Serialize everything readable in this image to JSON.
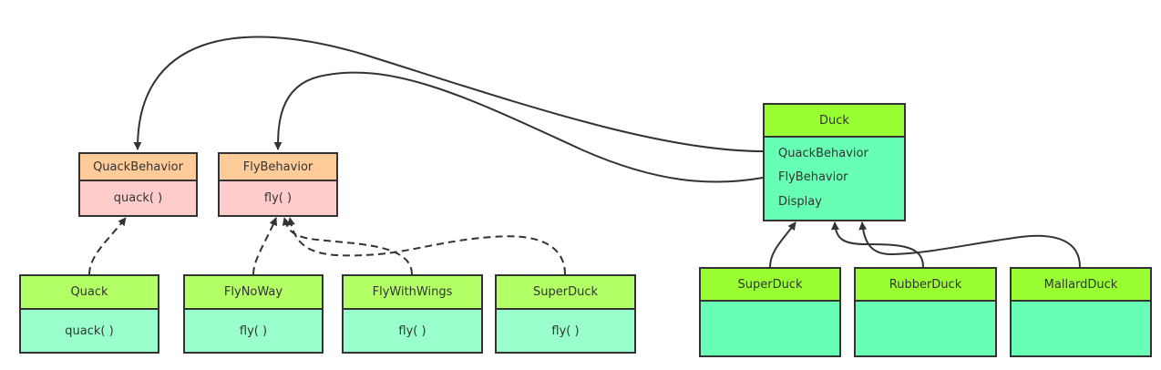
{
  "diagram": {
    "type": "UML class diagram (Strategy pattern)",
    "colors": {
      "interface_header": "#ffcc99",
      "interface_body": "#ffcccc",
      "impl_header": "#b3ff66",
      "impl_body": "#99ffcc",
      "duck_header": "#99ff33",
      "duck_body": "#66ffb3",
      "stroke": "#333333"
    },
    "interfaces": [
      {
        "id": "quackbehavior",
        "title": "QuackBehavior",
        "methods": [
          "quack( )"
        ]
      },
      {
        "id": "flybehavior",
        "title": "FlyBehavior",
        "methods": [
          "fly( )"
        ]
      }
    ],
    "implementations": [
      {
        "id": "quack",
        "title": "Quack",
        "methods": [
          "quack( )"
        ],
        "implements": "QuackBehavior"
      },
      {
        "id": "flynoway",
        "title": "FlyNoWay",
        "methods": [
          "fly( )"
        ],
        "implements": "FlyBehavior"
      },
      {
        "id": "flywithwings",
        "title": "FlyWithWings",
        "methods": [
          "fly( )"
        ],
        "implements": "FlyBehavior"
      },
      {
        "id": "superduck-fly",
        "title": "SuperDuck",
        "methods": [
          "fly( )"
        ],
        "implements": "FlyBehavior"
      }
    ],
    "duck": {
      "title": "Duck",
      "members": [
        "QuackBehavior",
        "FlyBehavior",
        "Display"
      ]
    },
    "subclasses": [
      {
        "id": "superduck",
        "title": "SuperDuck",
        "extends": "Duck"
      },
      {
        "id": "rubberduck",
        "title": "RubberDuck",
        "extends": "Duck"
      },
      {
        "id": "mallardduck",
        "title": "MallardDuck",
        "extends": "Duck"
      }
    ],
    "relations": [
      {
        "from": "Duck.QuackBehavior",
        "to": "QuackBehavior",
        "style": "solid"
      },
      {
        "from": "Duck.FlyBehavior",
        "to": "FlyBehavior",
        "style": "solid"
      },
      {
        "from": "Quack",
        "to": "QuackBehavior",
        "style": "dashed"
      },
      {
        "from": "FlyNoWay",
        "to": "FlyBehavior",
        "style": "dashed"
      },
      {
        "from": "FlyWithWings",
        "to": "FlyBehavior",
        "style": "dashed"
      },
      {
        "from": "SuperDuck (fly)",
        "to": "FlyBehavior",
        "style": "dashed"
      },
      {
        "from": "SuperDuck",
        "to": "Duck",
        "style": "solid"
      },
      {
        "from": "RubberDuck",
        "to": "Duck",
        "style": "solid"
      },
      {
        "from": "MallardDuck",
        "to": "Duck",
        "style": "solid"
      }
    ]
  }
}
